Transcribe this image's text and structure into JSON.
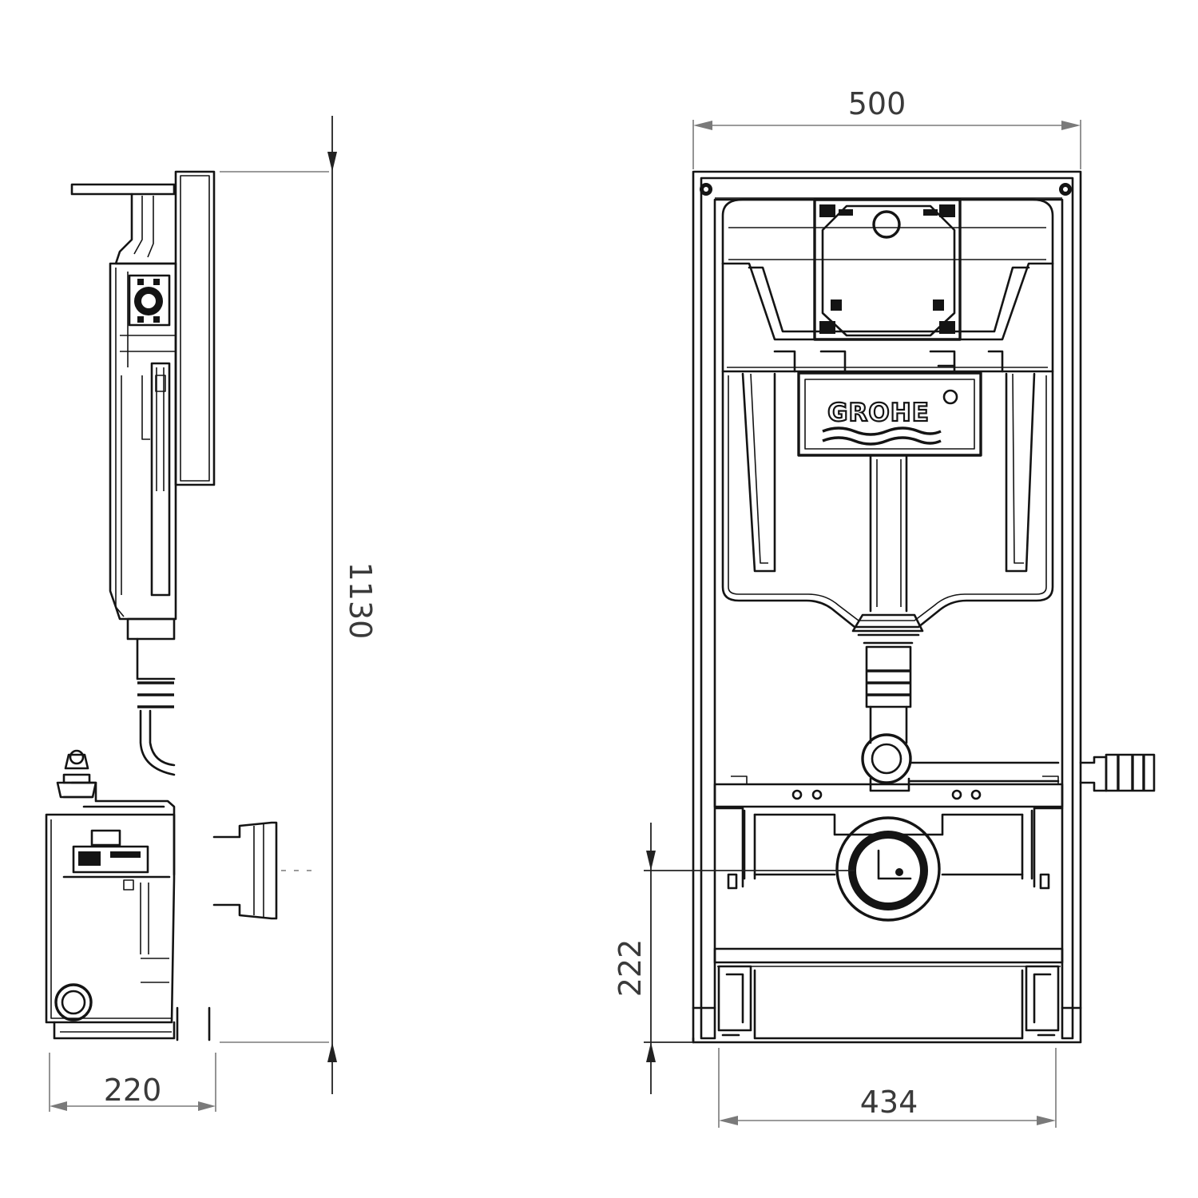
{
  "drawing": {
    "brand_logo": "GROHE",
    "dimensions": {
      "overall_width": "500",
      "overall_height": "1130",
      "depth": "220",
      "inner_frame_width": "434",
      "outlet_height": "222"
    }
  }
}
